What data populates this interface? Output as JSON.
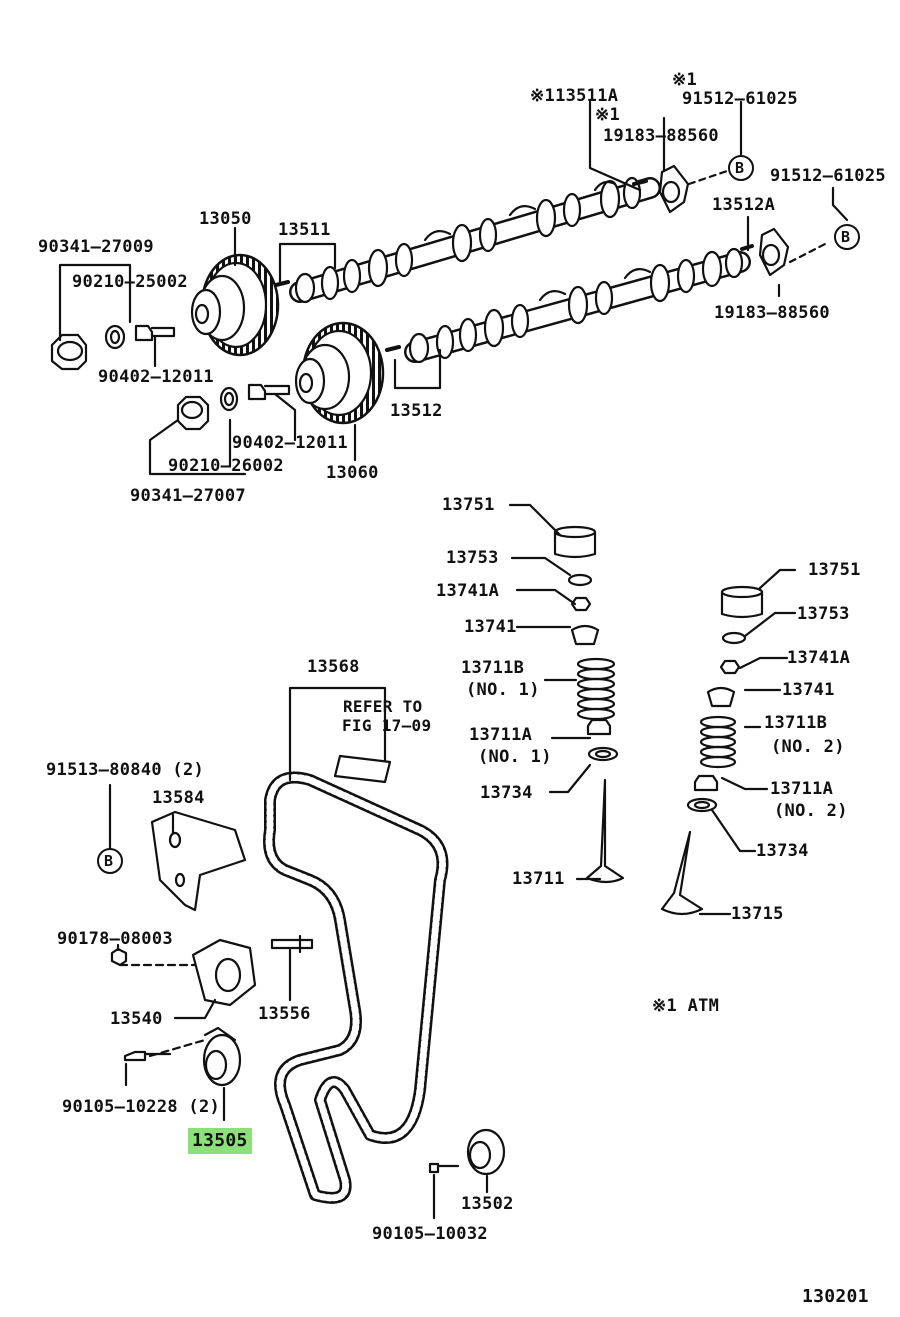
{
  "labels": {
    "p113511a": "※113511A",
    "n1a": "※1",
    "p91512a": "91512–61025",
    "n1b": "※1",
    "p19183a": "19183–88560",
    "p91512b": "91512–61025",
    "p13512a": "13512A",
    "p19183b": "19183–88560",
    "p13050": "13050",
    "p13511": "13511",
    "p90341a": "90341–27009",
    "p90210a": "90210–25002",
    "p90402a": "90402–12011",
    "p13512": "13512",
    "p90402b": "90402–12011",
    "p90210b": "90210–26002",
    "p13060": "13060",
    "p90341b": "90341–27007",
    "p13751a": "13751",
    "p13753a": "13753",
    "p13741aa": "13741A",
    "p13741a": "13741",
    "p13711ba": "13711B",
    "no1a": "(NO. 1)",
    "p13711aa": "13711A",
    "no1b": "(NO. 1)",
    "p13734a": "13734",
    "p13711": "13711",
    "p13751b": "13751",
    "p13753b": "13753",
    "p13741ab": "13741A",
    "p13741b": "13741",
    "p13711bb": "13711B",
    "no2a": "(NO. 2)",
    "p13711ab": "13711A",
    "no2b": "(NO. 2)",
    "p13734b": "13734",
    "p13715": "13715",
    "p13568": "13568",
    "refer1": "REFER TO",
    "refer2": "FIG 17–09",
    "p91513": "91513–80840 (2)",
    "p13584": "13584",
    "p90178": "90178–08003",
    "p13540": "13540",
    "p13556": "13556",
    "p90105a": "90105–10228 (2)",
    "p13505": "13505",
    "p13502": "13502",
    "p90105b": "90105–10032",
    "atm": "※1  ATM",
    "fig": "130201",
    "b1": "B",
    "b2": "B",
    "b3": "B"
  },
  "colors": {
    "highlight": "#8ce07a",
    "ink": "#111111"
  }
}
